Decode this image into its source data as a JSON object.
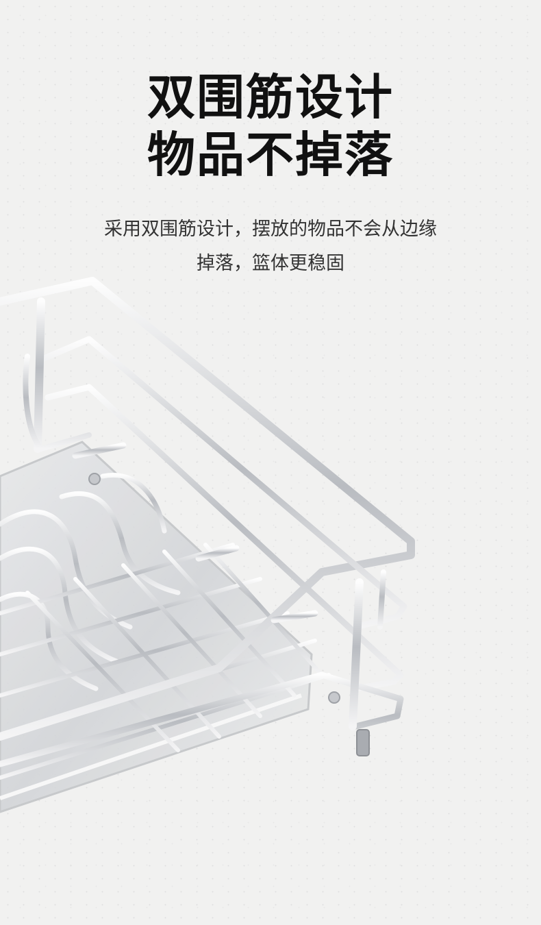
{
  "headline": {
    "line1": "双围筋设计",
    "line2": "物品不掉落"
  },
  "description": {
    "line1": "采用双围筋设计，摆放的物品不会从边缘",
    "line2": "掉落，篮体更稳固"
  },
  "product_image": {
    "icon": "stainless-steel-wire-basket-illustration"
  },
  "colors": {
    "background": "#f1f1f0",
    "headline": "#111111",
    "body_text": "#333333",
    "steel": "#c9ccd0"
  }
}
